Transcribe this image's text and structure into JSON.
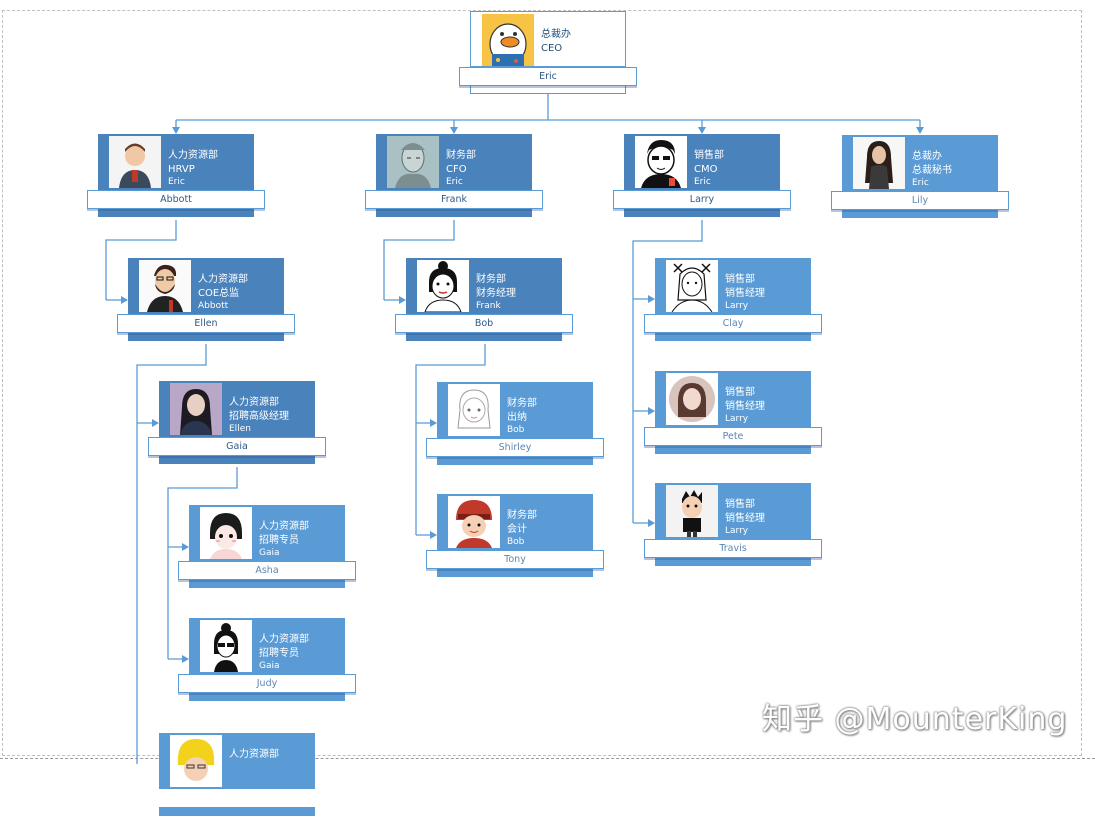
{
  "colors": {
    "card_fill": "#5b9bd5",
    "card_fill_dark": "#4a82bb",
    "connector": "#5b9bd5",
    "name_text": "#2e5a86"
  },
  "nodes": [
    {
      "id": "eric",
      "dept": "总裁办",
      "role": "CEO",
      "reports_to": "",
      "name": "Eric",
      "style": "ceo",
      "avatar": "duck-avatar"
    },
    {
      "id": "abbott",
      "dept": "人力资源部",
      "role": "HRVP",
      "reports_to": "Eric",
      "name": "Abbott",
      "style": "dark",
      "avatar": "man-avatar"
    },
    {
      "id": "frank",
      "dept": "财务部",
      "role": "CFO",
      "reports_to": "Eric",
      "name": "Frank",
      "style": "dark",
      "avatar": "sketch-man-avatar"
    },
    {
      "id": "larry",
      "dept": "销售部",
      "role": "CMO",
      "reports_to": "Eric",
      "name": "Larry",
      "style": "dark",
      "avatar": "cartoon-man-avatar"
    },
    {
      "id": "lily",
      "dept": "总裁办",
      "role": "总裁秘书",
      "reports_to": "Eric",
      "name": "Lily",
      "style": "light",
      "avatar": "woman-avatar"
    },
    {
      "id": "ellen",
      "dept": "人力资源部",
      "role": "COE总监",
      "reports_to": "Abbott",
      "name": "Ellen",
      "style": "dark",
      "avatar": "bearded-man-avatar"
    },
    {
      "id": "bob",
      "dept": "财务部",
      "role": "财务经理",
      "reports_to": "Frank",
      "name": "Bob",
      "style": "dark",
      "avatar": "bun-girl-avatar"
    },
    {
      "id": "clay",
      "dept": "销售部",
      "role": "销售经理",
      "reports_to": "Larry",
      "name": "Clay",
      "style": "light",
      "avatar": "doodle-avatar"
    },
    {
      "id": "gaia",
      "dept": "人力资源部",
      "role": "招聘高级经理",
      "reports_to": "Ellen",
      "name": "Gaia",
      "style": "dark",
      "avatar": "woman-photo-avatar"
    },
    {
      "id": "shirley",
      "dept": "财务部",
      "role": "出纳",
      "reports_to": "Bob",
      "name": "Shirley",
      "style": "light",
      "avatar": "line-girl-avatar"
    },
    {
      "id": "pete",
      "dept": "销售部",
      "role": "销售经理",
      "reports_to": "Larry",
      "name": "Pete",
      "style": "light",
      "avatar": "round-photo-avatar"
    },
    {
      "id": "asha",
      "dept": "人力资源部",
      "role": "招聘专员",
      "reports_to": "Gaia",
      "name": "Asha",
      "style": "light",
      "avatar": "anime-girl-avatar"
    },
    {
      "id": "tony",
      "dept": "财务部",
      "role": "会计",
      "reports_to": "Bob",
      "name": "Tony",
      "style": "light",
      "avatar": "hat-boy-avatar"
    },
    {
      "id": "travis",
      "dept": "销售部",
      "role": "销售经理",
      "reports_to": "Larry",
      "name": "Travis",
      "style": "light",
      "avatar": "cartoon-boy-avatar"
    },
    {
      "id": "judy",
      "dept": "人力资源部",
      "role": "招聘专员",
      "reports_to": "Gaia",
      "name": "Judy",
      "style": "light",
      "avatar": "sunglasses-girl-avatar"
    },
    {
      "id": "partial",
      "dept": "人力资源部",
      "role": "",
      "reports_to": "",
      "name": "",
      "style": "light",
      "avatar": "yellow-hair-avatar"
    }
  ],
  "watermark": "知乎 @MounterKing"
}
